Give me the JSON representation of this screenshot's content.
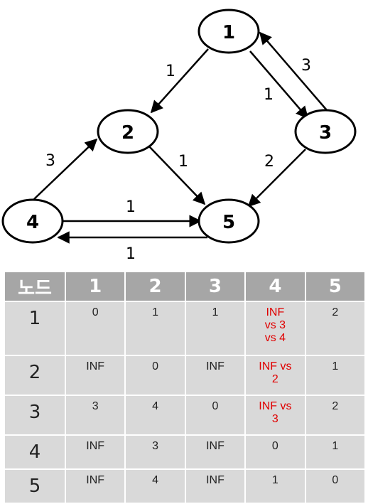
{
  "graph": {
    "nodes": [
      {
        "id": "1",
        "label": "1"
      },
      {
        "id": "2",
        "label": "2"
      },
      {
        "id": "3",
        "label": "3"
      },
      {
        "id": "4",
        "label": "4"
      },
      {
        "id": "5",
        "label": "5"
      }
    ],
    "edges": [
      {
        "from": "1",
        "to": "2",
        "weight": "1"
      },
      {
        "from": "1",
        "to": "3",
        "weight": "1"
      },
      {
        "from": "3",
        "to": "1",
        "weight": "3"
      },
      {
        "from": "3",
        "to": "5",
        "weight": "2"
      },
      {
        "from": "2",
        "to": "5",
        "weight": "1"
      },
      {
        "from": "4",
        "to": "2",
        "weight": "3"
      },
      {
        "from": "4",
        "to": "5",
        "weight": "1"
      },
      {
        "from": "5",
        "to": "4",
        "weight": "1"
      }
    ]
  },
  "table": {
    "corner": "노드",
    "columns": [
      "1",
      "2",
      "3",
      "4",
      "5"
    ],
    "rows": [
      {
        "label": "1",
        "cells": [
          "0",
          "1",
          "1",
          "INF\nvs 3\nvs 4",
          "2"
        ]
      },
      {
        "label": "2",
        "cells": [
          "INF",
          "0",
          "INF",
          "INF vs\n2",
          "1"
        ]
      },
      {
        "label": "3",
        "cells": [
          "3",
          "4",
          "0",
          "INF vs\n3",
          "2"
        ]
      },
      {
        "label": "4",
        "cells": [
          "INF",
          "3",
          "INF",
          "0",
          "1"
        ]
      },
      {
        "label": "5",
        "cells": [
          "INF",
          "4",
          "INF",
          "1",
          "0"
        ]
      }
    ],
    "highlight_color": "#e00000"
  }
}
